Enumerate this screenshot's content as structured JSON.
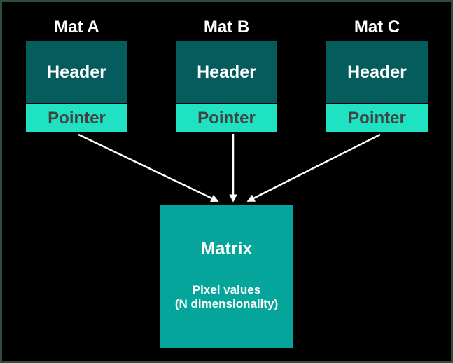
{
  "colors": {
    "background": "#000000",
    "frame_border": "#2f4e3a",
    "header_fill": "#045c5c",
    "pointer_fill": "#1fe2c3",
    "matrix_fill": "#06a59b",
    "pointer_text": "#424242",
    "label_text": "#ffffff",
    "arrow": "#ffffff"
  },
  "mats": [
    {
      "label": "Mat A",
      "header_label": "Header",
      "pointer_label": "Pointer"
    },
    {
      "label": "Mat B",
      "header_label": "Header",
      "pointer_label": "Pointer"
    },
    {
      "label": "Mat C",
      "header_label": "Header",
      "pointer_label": "Pointer"
    }
  ],
  "matrix": {
    "title": "Matrix",
    "description_line1": "Pixel values",
    "description_line2": "(N dimensionality)"
  }
}
